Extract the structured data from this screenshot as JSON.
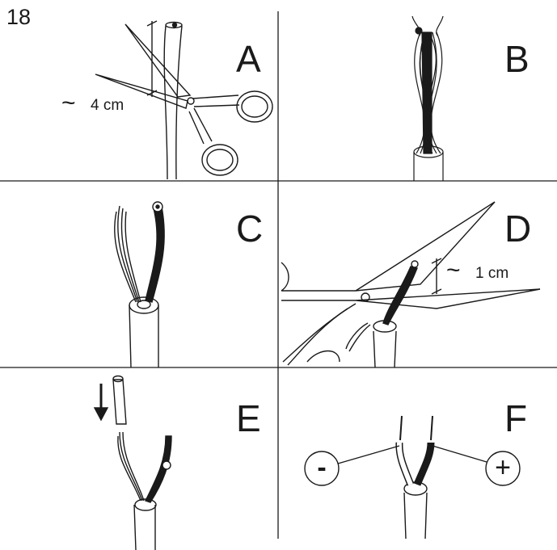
{
  "page_number": "18",
  "panels": {
    "a": {
      "letter": "A",
      "measure": "4 cm"
    },
    "b": {
      "letter": "B"
    },
    "c": {
      "letter": "C"
    },
    "d": {
      "letter": "D",
      "measure": "1 cm"
    },
    "e": {
      "letter": "E"
    },
    "f": {
      "letter": "F"
    }
  },
  "polarity": {
    "negative": "-",
    "positive": "+"
  },
  "tilde": "~",
  "colors": {
    "line": "#1a1a1a",
    "background": "#ffffff"
  }
}
